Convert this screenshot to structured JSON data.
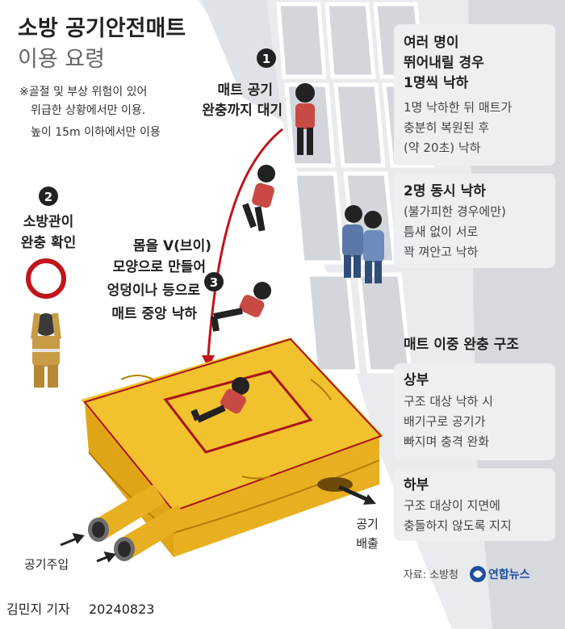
{
  "title": {
    "main": "소방 공기안전매트",
    "sub": "이용 요령"
  },
  "note": {
    "lines": [
      "※골절 및 부상 위험이 있어",
      "위급한 상황에서만 이용.",
      "높이 15m 이하에서만 이용"
    ]
  },
  "steps": [
    {
      "number": "1",
      "lines": [
        "매트 공기",
        "완충까지 대기"
      ]
    },
    {
      "number": "2",
      "lines": [
        "소방관이",
        "완충 확인"
      ]
    },
    {
      "number": "3",
      "lines": [
        "몸을 V(브이)",
        "모양으로 만들어",
        "엉덩이나 등으로",
        "매트 중앙 낙하"
      ]
    }
  ],
  "info_boxes": [
    {
      "heading": [
        "여러 명이",
        "뛰어내릴 경우",
        "1명씩 낙하"
      ],
      "body": [
        "1명 낙하한 뒤 매트가",
        "충분히 복원된 후",
        "(약 20초) 낙하"
      ]
    },
    {
      "heading": [
        "2명 동시 낙하"
      ],
      "body": [
        "(불가피한 경우에만)",
        "틈새 없이 서로",
        "꽉 껴안고 낙하"
      ]
    }
  ],
  "structure": {
    "title": "매트 이중 완충 구조",
    "upper": {
      "heading": "상부",
      "body": [
        "구조 대상 낙하 시",
        "배기구로 공기가",
        "빠지며 충격 완화"
      ]
    },
    "lower": {
      "heading": "하부",
      "body": [
        "구조 대상이 지면에",
        "충돌하지 않도록 지지"
      ]
    }
  },
  "labels": {
    "air_in": "공기주입",
    "air_out": [
      "공기",
      "배출"
    ]
  },
  "footer": {
    "source": "자료: 소방청",
    "logo": "연합뉴스",
    "byline": "김민지 기자",
    "date": "20240823"
  },
  "colors": {
    "accent": "#c0151b",
    "mat": "#f2c12e",
    "mat_dark": "#d99a12",
    "building": "#e9ebee",
    "info_box": "#eeeff1"
  }
}
